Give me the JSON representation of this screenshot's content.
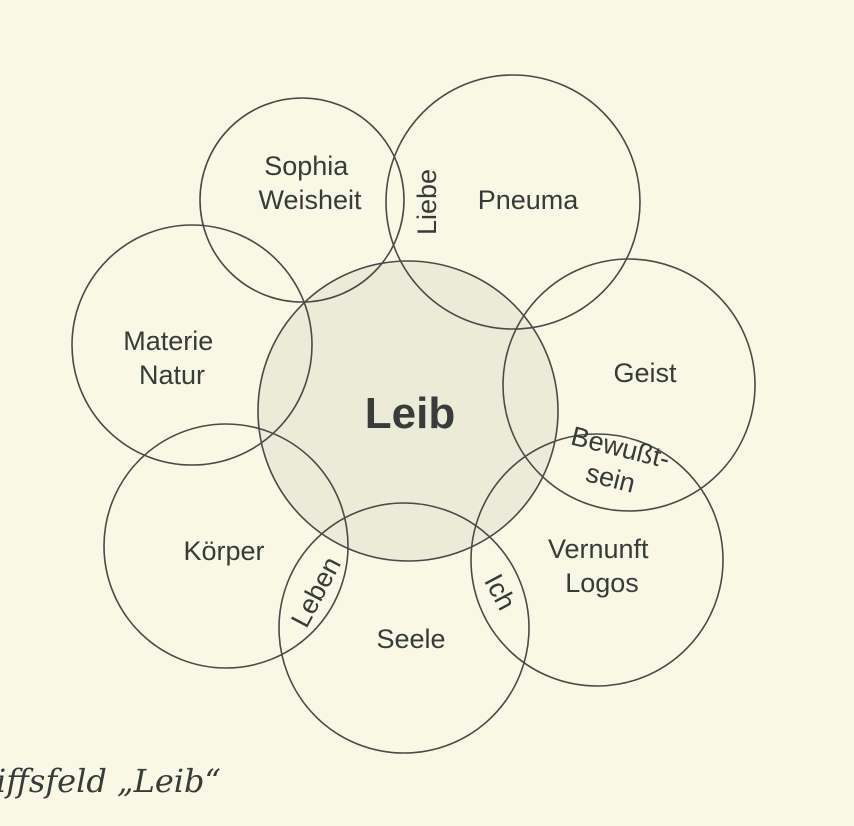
{
  "center": {
    "label": "Leib",
    "fill": "#ebebd9"
  },
  "circles": [
    {
      "label_lines": [
        "Sophia",
        "Weisheit"
      ]
    },
    {
      "label_lines": [
        "Pneuma"
      ]
    },
    {
      "label_lines": [
        "Materie",
        "Natur"
      ]
    },
    {
      "label_lines": [
        "Geist"
      ]
    },
    {
      "label_lines": [
        "Körper"
      ]
    },
    {
      "label_lines": [
        "Vernunft",
        "Logos"
      ]
    },
    {
      "label_lines": [
        "Seele"
      ]
    }
  ],
  "intersections": [
    {
      "label_lines": [
        "Liebe"
      ]
    },
    {
      "label_lines": [
        "Bewußt-",
        "sein"
      ]
    },
    {
      "label_lines": [
        "Leben"
      ]
    },
    {
      "label_lines": [
        "Ich"
      ]
    }
  ],
  "caption": "iffsfeld „Leib“",
  "colors": {
    "background": "#f8f8e6",
    "stroke": "#4a4a46"
  }
}
